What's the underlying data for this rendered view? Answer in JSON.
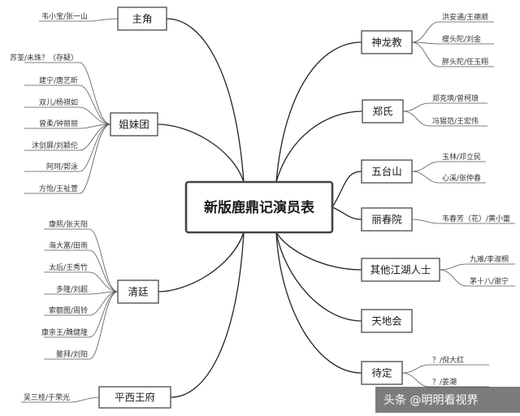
{
  "root": {
    "label": "新版鹿鼎记演员表"
  },
  "left_nodes": [
    {
      "id": "zhujue",
      "label": "主角",
      "leaves": [
        "韦小宝/张一山"
      ]
    },
    {
      "id": "jiemeituan",
      "label": "姐妹团",
      "leaves": [
        "苏荃/未珠？（存疑）",
        "建宁/唐艺昕",
        "双儿/杨祺如",
        "曾柔/钟丽丽",
        "沐剑屏/刘颖伦",
        "阿珂/郭泳",
        "方怡/王祉萱"
      ]
    },
    {
      "id": "qingting",
      "label": "清廷",
      "leaves": [
        "康熙/张天阳",
        "海大富/田雨",
        "太后/王秀竹",
        "多隆/刘超",
        "索额图/周铃",
        "康亲王/魏健隆",
        "鳌拜/刘阳"
      ]
    },
    {
      "id": "pingxiwangfu",
      "label": "平西王府",
      "leaves": [
        "吴三桂/于荣光"
      ]
    }
  ],
  "right_nodes": [
    {
      "id": "shenlongjiao",
      "label": "神龙教",
      "leaves": [
        "洪安通/王德顺",
        "瘦头陀/刘金",
        "胖头陀/任玉翔"
      ]
    },
    {
      "id": "zhengshi",
      "label": "郑氏",
      "leaves": [
        "郑克塽/曾柯琅",
        "冯锡范/王宏伟"
      ]
    },
    {
      "id": "wutaishan",
      "label": "五台山",
      "leaves": [
        "玉林/邓立民",
        "心溪/张仲春"
      ]
    },
    {
      "id": "lichunyuan",
      "label": "丽春院",
      "leaves": [
        "韦春芳（花）/黄小蕾"
      ]
    },
    {
      "id": "qitajianghu",
      "label": "其他江湖人士",
      "leaves": [
        "九难/李淑桐",
        "茅十八/谢宁"
      ]
    },
    {
      "id": "tiandihui",
      "label": "天地会",
      "leaves": []
    },
    {
      "id": "daiding",
      "label": "待定",
      "leaves": [
        "？/倪大红",
        "？/姜潮"
      ]
    }
  ],
  "watermark": {
    "text": "头条 @明明看视界"
  },
  "colors": {
    "line": "#222222",
    "border": "#555555",
    "text": "#1a1a1a"
  }
}
